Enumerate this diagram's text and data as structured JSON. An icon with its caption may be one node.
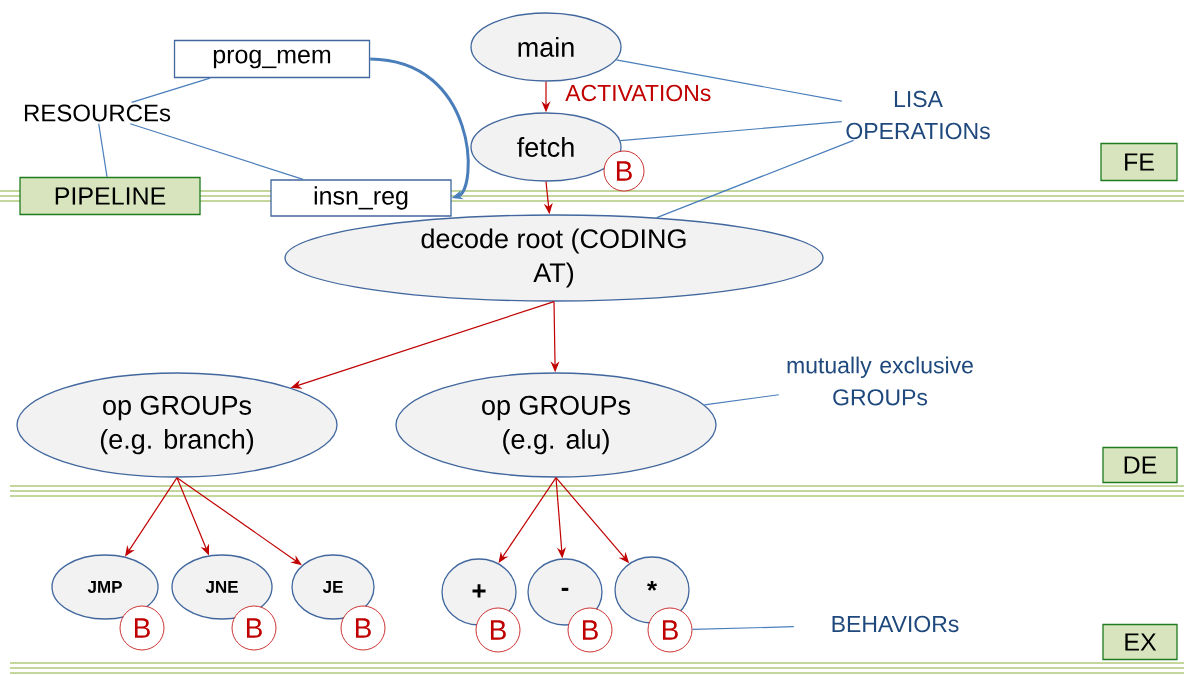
{
  "diagram": {
    "nodes": [
      {
        "text": [
          "prog_mem"
        ]
      },
      {
        "text": [
          "main"
        ]
      },
      {
        "text": [
          "RESOURCEs"
        ]
      },
      {
        "text": [
          "fetch"
        ]
      },
      {
        "text": [
          "B"
        ]
      },
      {
        "text": [
          "LISA OPERATIONs"
        ]
      },
      {
        "text": [
          "FE"
        ]
      },
      {
        "text": [
          "PIPELINE"
        ]
      },
      {
        "text": [
          "insn_reg"
        ]
      },
      {
        "text": [
          "decode root (CODING AT)"
        ]
      },
      {
        "text": [
          "mutually exclusive GROUPs"
        ]
      },
      {
        "text": [
          "op GROUPs (e.g. branch)"
        ]
      },
      {
        "text": [
          "op GROUPs (e.g. alu)"
        ]
      },
      {
        "text": [
          "DE"
        ]
      },
      {
        "text": [
          "JMP"
        ]
      },
      {
        "text": [
          "JNE"
        ]
      },
      {
        "text": [
          "JE"
        ]
      },
      {
        "text": [
          "+"
        ]
      },
      {
        "text": [
          "-"
        ]
      },
      {
        "text": [
          "*"
        ]
      },
      {
        "text": [
          "B"
        ]
      },
      {
        "text": [
          "B"
        ]
      },
      {
        "text": [
          "B"
        ]
      },
      {
        "text": [
          "B"
        ]
      },
      {
        "text": [
          "B"
        ]
      },
      {
        "text": [
          "B"
        ]
      },
      {
        "text": [
          "BEHAVIORs"
        ]
      },
      {
        "text": [
          "EX"
        ]
      }
    ],
    "edges": [
      {
        "from": 1,
        "to": 3,
        "arrow": "to",
        "label": "ACTIVATIONs",
        "color": "#c00000"
      },
      {
        "from": 3,
        "to": 9,
        "arrow": "to",
        "color": "#c00000"
      },
      {
        "from": 9,
        "to": 11,
        "arrow": "to",
        "color": "#c00000"
      },
      {
        "from": 9,
        "to": 12,
        "arrow": "to",
        "color": "#c00000"
      },
      {
        "from": 11,
        "to": 14,
        "arrow": "to",
        "color": "#c00000"
      },
      {
        "from": 11,
        "to": 15,
        "arrow": "to",
        "color": "#c00000"
      },
      {
        "from": 11,
        "to": 16,
        "arrow": "to",
        "color": "#c00000"
      },
      {
        "from": 12,
        "to": 17,
        "arrow": "to",
        "color": "#c00000"
      },
      {
        "from": 12,
        "to": 18,
        "arrow": "to",
        "color": "#c00000"
      },
      {
        "from": 12,
        "to": 19,
        "arrow": "to",
        "color": "#c00000"
      },
      {
        "from": 0,
        "to": 8,
        "arrow": "to",
        "style": "thick",
        "color": "#4a7ebb"
      },
      {
        "from": 2,
        "to": 0,
        "arrow": "none",
        "color": "#4a7ebb"
      },
      {
        "from": 2,
        "to": 8,
        "arrow": "none",
        "color": "#4a7ebb"
      },
      {
        "from": 2,
        "to": 7,
        "arrow": "none",
        "color": "#4a7ebb"
      },
      {
        "from": 5,
        "to": 1,
        "arrow": "none",
        "color": "#4a7ebb"
      },
      {
        "from": 5,
        "to": 3,
        "arrow": "none",
        "color": "#4a7ebb"
      },
      {
        "from": 5,
        "to": 9,
        "arrow": "none",
        "color": "#4a7ebb"
      },
      {
        "from": 10,
        "to": 12,
        "arrow": "none",
        "color": "#4a7ebb"
      },
      {
        "from": 26,
        "to": 25,
        "arrow": "none",
        "color": "#4a7ebb"
      }
    ]
  }
}
